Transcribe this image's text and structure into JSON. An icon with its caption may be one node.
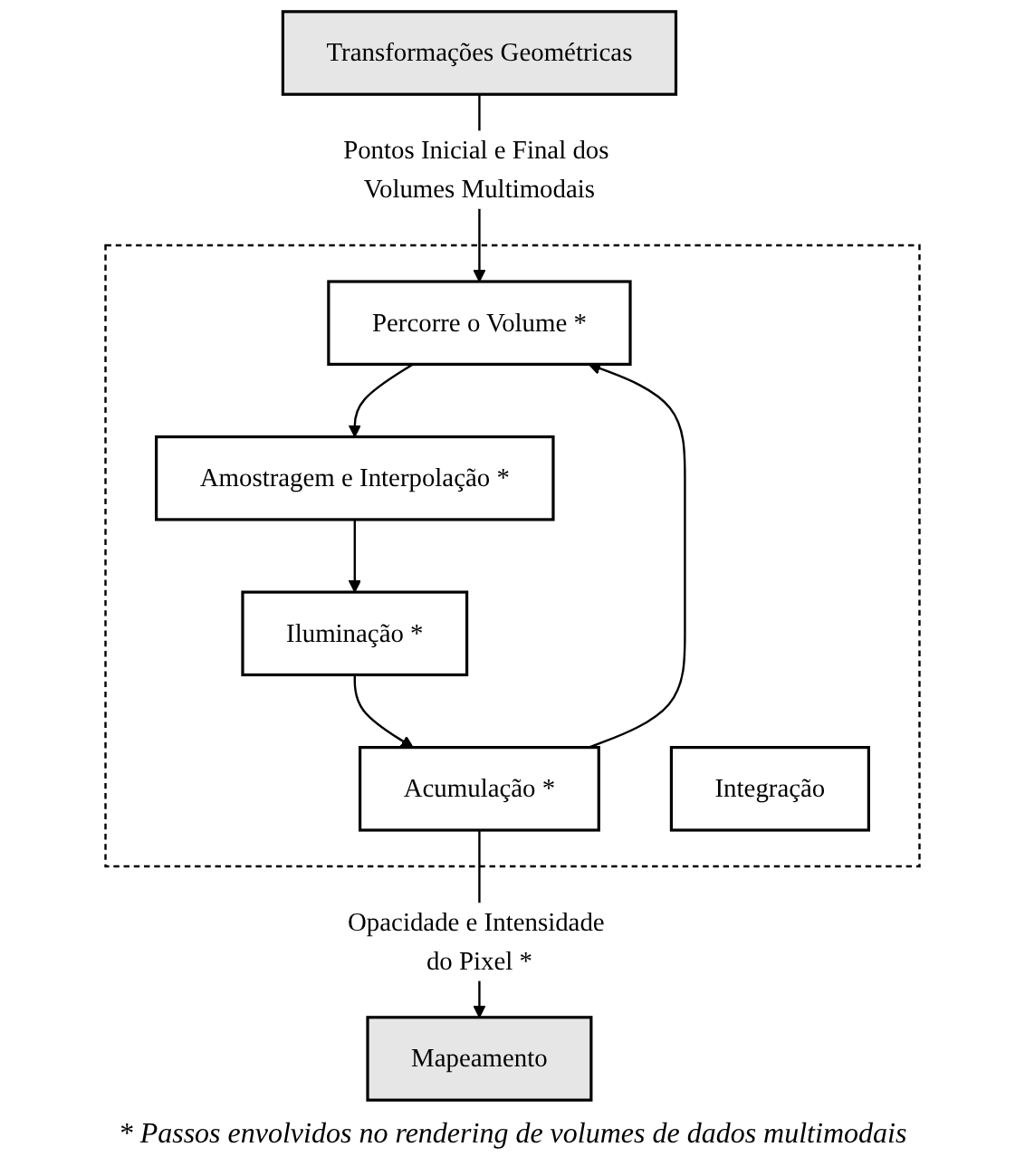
{
  "diagram": {
    "caption": "* Passos envolvidos no rendering de volumes de dados multimodais",
    "nodes": [
      {
        "text": [
          "Transformações Geométricas"
        ]
      },
      {
        "text": [],
        "shape": "box"
      },
      {
        "text": [
          "Percorre o Volume *"
        ],
        "in": 1
      },
      {
        "text": [
          "Amostragem e Interpolação *"
        ],
        "in": 1
      },
      {
        "text": [
          "Iluminação *"
        ],
        "in": 1
      },
      {
        "text": [
          "Acumulação *"
        ],
        "in": 1
      },
      {
        "text": [
          "Integração"
        ],
        "in": 1
      },
      {
        "text": [
          "Mapeamento"
        ]
      }
    ],
    "edges": [
      {
        "from": 0,
        "to": 2,
        "arrow": "to",
        "label": "Pontos Inicial e Final dos Volumes Multimodais"
      },
      {
        "from": 2,
        "to": 3,
        "arrow": "to"
      },
      {
        "from": 3,
        "to": 4,
        "arrow": "to"
      },
      {
        "from": 4,
        "to": 5,
        "arrow": "to"
      },
      {
        "from": 5,
        "to": 2,
        "arrow": "to"
      },
      {
        "from": 5,
        "to": 7,
        "arrow": "to",
        "label": "Opacidade e Intensidade do Pixel *"
      }
    ]
  }
}
